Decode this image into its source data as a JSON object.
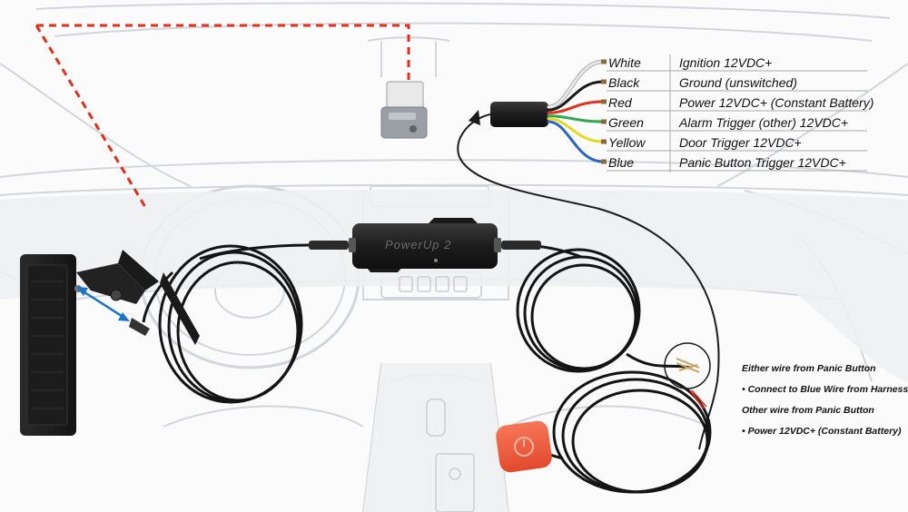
{
  "device": {
    "name": "PowerUp 2"
  },
  "harness": {
    "wires": [
      {
        "label": "White",
        "description": "Ignition 12VDC+",
        "color": "#e8e8e8"
      },
      {
        "label": "Black",
        "description": "Ground (unswitched)",
        "color": "#1a1a1a"
      },
      {
        "label": "Red",
        "description": "Power 12VDC+ (Constant Battery)",
        "color": "#e0301e"
      },
      {
        "label": "Green",
        "description": "Alarm Trigger (other) 12VDC+",
        "color": "#2fa84f"
      },
      {
        "label": "Yellow",
        "description": "Door Trigger 12VDC+",
        "color": "#e8d820"
      },
      {
        "label": "Blue",
        "description": "Panic Button Trigger 12VDC+",
        "color": "#2a64c8"
      }
    ]
  },
  "panic_notes": [
    {
      "text": "Either wire from Panic Button"
    },
    {
      "text": "• Connect to Blue Wire from Harness"
    },
    {
      "text": "Other wire from Panic Button"
    },
    {
      "text": "• Power 12VDC+ (Constant Battery)"
    }
  ],
  "colors": {
    "panic_button": "#f0593a",
    "guide_line": "#e0301e",
    "arrow": "#1a74c9",
    "cable": "#1b1b1b",
    "interior_line": "#cfd3d8"
  }
}
